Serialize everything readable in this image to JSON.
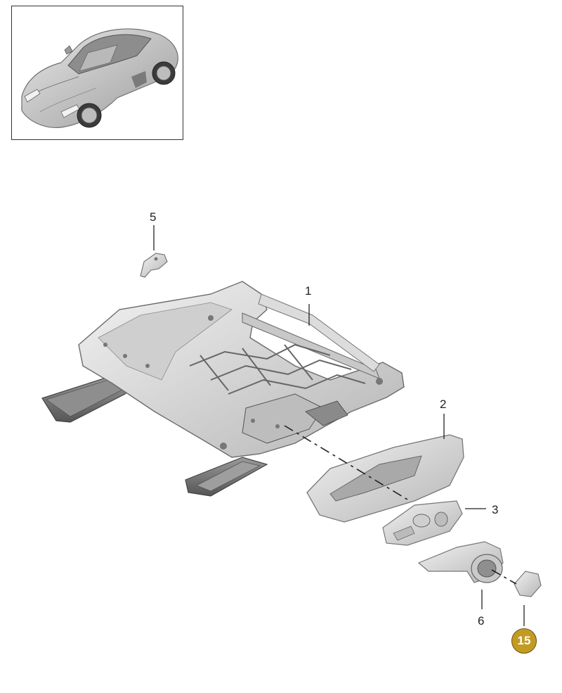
{
  "thumbnail": {
    "icon": "car-icon",
    "color": "#b8b8b8"
  },
  "callouts": [
    {
      "id": "1",
      "label": "1"
    },
    {
      "id": "2",
      "label": "2"
    },
    {
      "id": "3",
      "label": "3"
    },
    {
      "id": "5",
      "label": "5"
    },
    {
      "id": "6",
      "label": "6"
    }
  ],
  "highlight_callout": {
    "label": "15",
    "color": "#c29b23"
  },
  "colors": {
    "part_fill": "#d7d7d7",
    "part_stroke": "#8a8a8a",
    "leader": "#222222"
  }
}
